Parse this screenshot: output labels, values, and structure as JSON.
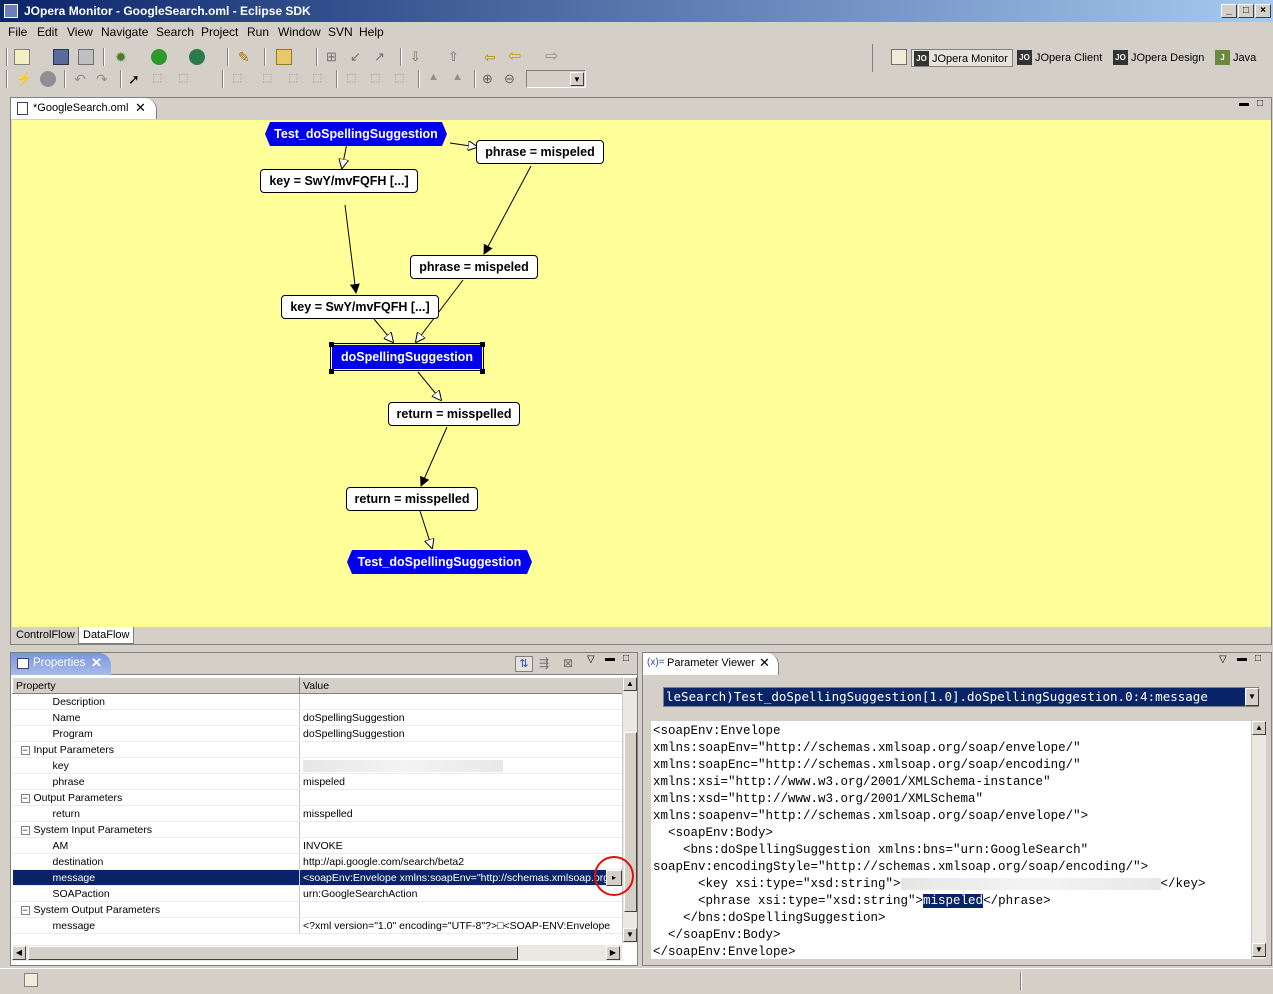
{
  "window": {
    "title": "JOpera Monitor - GoogleSearch.oml - Eclipse SDK"
  },
  "menu": [
    "File",
    "Edit",
    "View",
    "Navigate",
    "Search",
    "Project",
    "Run",
    "Window",
    "SVN",
    "Help"
  ],
  "perspectives": [
    {
      "label": "JOpera Monitor",
      "active": true
    },
    {
      "label": "JOpera Client",
      "active": false
    },
    {
      "label": "JOpera Design",
      "active": false
    },
    {
      "label": "Java",
      "active": false
    }
  ],
  "editor": {
    "tab_label": "*GoogleSearch.oml",
    "bottom_tabs": [
      "ControlFlow",
      "DataFlow"
    ],
    "nodes": {
      "start": "Test_doSpellingSuggestion",
      "phrase1": "phrase = mispeled",
      "key1": "key = SwY/mvFQFH [...]",
      "phrase2": "phrase = mispeled",
      "key2": "key = SwY/mvFQFH [...]",
      "task": "doSpellingSuggestion",
      "return1": "return = misspelled",
      "return2": "return = misspelled",
      "end": "Test_doSpellingSuggestion"
    }
  },
  "properties": {
    "tab_label": "Properties",
    "columns": [
      "Property",
      "Value"
    ],
    "rows": [
      {
        "indent": 2,
        "label": "Description",
        "value": ""
      },
      {
        "indent": 2,
        "label": "Name",
        "value": "doSpellingSuggestion"
      },
      {
        "indent": 2,
        "label": "Program",
        "value": "doSpellingSuggestion"
      },
      {
        "indent": 0,
        "label": "Input Parameters",
        "value": "",
        "group": true
      },
      {
        "indent": 2,
        "label": "key",
        "value": "",
        "blurred": true
      },
      {
        "indent": 2,
        "label": "phrase",
        "value": "mispeled"
      },
      {
        "indent": 0,
        "label": "Output Parameters",
        "value": "",
        "group": true
      },
      {
        "indent": 2,
        "label": "return",
        "value": "misspelled"
      },
      {
        "indent": 0,
        "label": "System Input Parameters",
        "value": "",
        "group": true
      },
      {
        "indent": 2,
        "label": "AM",
        "value": "INVOKE"
      },
      {
        "indent": 2,
        "label": "destination",
        "value": "http://api.google.com/search/beta2"
      },
      {
        "indent": 2,
        "label": "message",
        "value": "<soapEnv:Envelope xmlns:soapEnv=\"http://schemas.xmlsoap.org",
        "selected": true
      },
      {
        "indent": 2,
        "label": "SOAPaction",
        "value": "urn:GoogleSearchAction"
      },
      {
        "indent": 0,
        "label": "System Output Parameters",
        "value": "",
        "group": true
      },
      {
        "indent": 2,
        "label": "message",
        "value": "<?xml version=\"1.0\" encoding=\"UTF-8\"?>□<SOAP-ENV:Envelope"
      }
    ]
  },
  "parameter_viewer": {
    "tab_label": "Parameter Viewer",
    "selected_path": "leSearch)Test_doSpellingSuggestion[1.0].doSpellingSuggestion.0:4:message",
    "lines": [
      "<soapEnv:Envelope",
      "xmlns:soapEnv=\"http://schemas.xmlsoap.org/soap/envelope/\"",
      "xmlns:soapEnc=\"http://schemas.xmlsoap.org/soap/encoding/\"",
      "xmlns:xsi=\"http://www.w3.org/2001/XMLSchema-instance\"",
      "xmlns:xsd=\"http://www.w3.org/2001/XMLSchema\"",
      "xmlns:soapenv=\"http://schemas.xmlsoap.org/soap/envelope/\">",
      "  <soapEnv:Body>",
      "    <bns:doSpellingSuggestion xmlns:bns=\"urn:GoogleSearch\"",
      "soapEnv:encodingStyle=\"http://schemas.xmlsoap.org/soap/encoding/\">"
    ],
    "key_open": "      <key xsi:type=\"xsd:string\">",
    "key_close": "</key>",
    "phrase_open": "      <phrase xsi:type=\"xsd:string\">",
    "phrase_value": "mispeled",
    "phrase_close": "</phrase>",
    "tail_lines": [
      "    </bns:doSpellingSuggestion>",
      "  </soapEnv:Body>",
      "</soapEnv:Envelope>"
    ]
  }
}
